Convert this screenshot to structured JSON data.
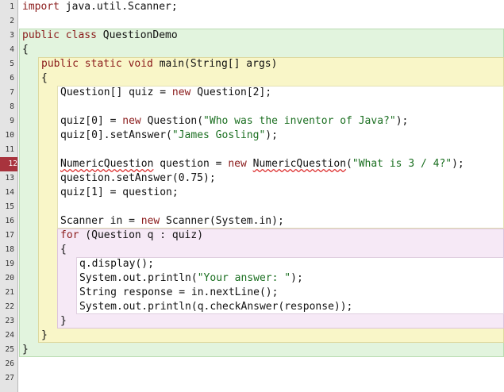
{
  "editor": {
    "colors": {
      "class_scope": "#e2f4de",
      "method_scope": "#f9f6c8",
      "main_body": "#ffffff",
      "loop_scope": "#f6e9f6",
      "loop_body": "#ffffff",
      "keyword": "#8a1a1a",
      "string": "#1b6f21",
      "error_marker": "#a8333d"
    },
    "error_line": 12,
    "lines": [
      {
        "n": "1",
        "indent": 0,
        "tokens": [
          {
            "t": "import",
            "k": "kw"
          },
          {
            "t": " java.util.Scanner;"
          }
        ]
      },
      {
        "n": "2",
        "indent": 0,
        "tokens": []
      },
      {
        "n": "3",
        "indent": 0,
        "tokens": [
          {
            "t": "public class",
            "k": "kw"
          },
          {
            "t": " QuestionDemo"
          }
        ]
      },
      {
        "n": "4",
        "indent": 0,
        "tokens": [
          {
            "t": "{"
          }
        ]
      },
      {
        "n": "5",
        "indent": 1,
        "tokens": [
          {
            "t": "public static void",
            "k": "kw"
          },
          {
            "t": " main(String[] args)"
          }
        ]
      },
      {
        "n": "6",
        "indent": 1,
        "tokens": [
          {
            "t": "{"
          }
        ]
      },
      {
        "n": "7",
        "indent": 2,
        "tokens": [
          {
            "t": "Question[] quiz = "
          },
          {
            "t": "new",
            "k": "kw"
          },
          {
            "t": " Question[2];"
          }
        ]
      },
      {
        "n": "8",
        "indent": 2,
        "tokens": []
      },
      {
        "n": "9",
        "indent": 2,
        "tokens": [
          {
            "t": "quiz[0] = "
          },
          {
            "t": "new",
            "k": "kw"
          },
          {
            "t": " Question("
          },
          {
            "t": "\"Who was the inventor of Java?\"",
            "k": "str"
          },
          {
            "t": ");"
          }
        ]
      },
      {
        "n": "10",
        "indent": 2,
        "tokens": [
          {
            "t": "quiz[0].setAnswer("
          },
          {
            "t": "\"James Gosling\"",
            "k": "str"
          },
          {
            "t": ");"
          }
        ]
      },
      {
        "n": "11",
        "indent": 2,
        "tokens": []
      },
      {
        "n": "12",
        "indent": 2,
        "tokens": [
          {
            "t": "NumericQuestion",
            "k": "err"
          },
          {
            "t": " question = "
          },
          {
            "t": "new",
            "k": "kw"
          },
          {
            "t": " "
          },
          {
            "t": "NumericQuestion",
            "k": "err"
          },
          {
            "t": "("
          },
          {
            "t": "\"What is 3 / 4?\"",
            "k": "str"
          },
          {
            "t": ");"
          }
        ]
      },
      {
        "n": "13",
        "indent": 2,
        "tokens": [
          {
            "t": "question.setAnswer(0.75);"
          }
        ]
      },
      {
        "n": "14",
        "indent": 2,
        "tokens": [
          {
            "t": "quiz[1] = question;"
          }
        ]
      },
      {
        "n": "15",
        "indent": 2,
        "tokens": []
      },
      {
        "n": "16",
        "indent": 2,
        "tokens": [
          {
            "t": "Scanner in = "
          },
          {
            "t": "new",
            "k": "kw"
          },
          {
            "t": " Scanner(System.in);"
          }
        ]
      },
      {
        "n": "17",
        "indent": 2,
        "tokens": [
          {
            "t": "for",
            "k": "kw"
          },
          {
            "t": " (Question q : quiz)"
          }
        ]
      },
      {
        "n": "18",
        "indent": 2,
        "tokens": [
          {
            "t": "{"
          }
        ]
      },
      {
        "n": "19",
        "indent": 3,
        "tokens": [
          {
            "t": "q.display();"
          }
        ]
      },
      {
        "n": "20",
        "indent": 3,
        "tokens": [
          {
            "t": "System.out.println("
          },
          {
            "t": "\"Your answer: \"",
            "k": "str"
          },
          {
            "t": ");"
          }
        ]
      },
      {
        "n": "21",
        "indent": 3,
        "tokens": [
          {
            "t": "String response = in.nextLine();"
          }
        ]
      },
      {
        "n": "22",
        "indent": 3,
        "tokens": [
          {
            "t": "System.out.println(q.checkAnswer(response));"
          }
        ]
      },
      {
        "n": "23",
        "indent": 2,
        "tokens": [
          {
            "t": "}"
          }
        ]
      },
      {
        "n": "24",
        "indent": 1,
        "tokens": [
          {
            "t": "}"
          }
        ]
      },
      {
        "n": "25",
        "indent": 0,
        "tokens": [
          {
            "t": "}"
          }
        ]
      },
      {
        "n": "26",
        "indent": 0,
        "tokens": []
      },
      {
        "n": "27",
        "indent": 0,
        "tokens": []
      }
    ]
  }
}
